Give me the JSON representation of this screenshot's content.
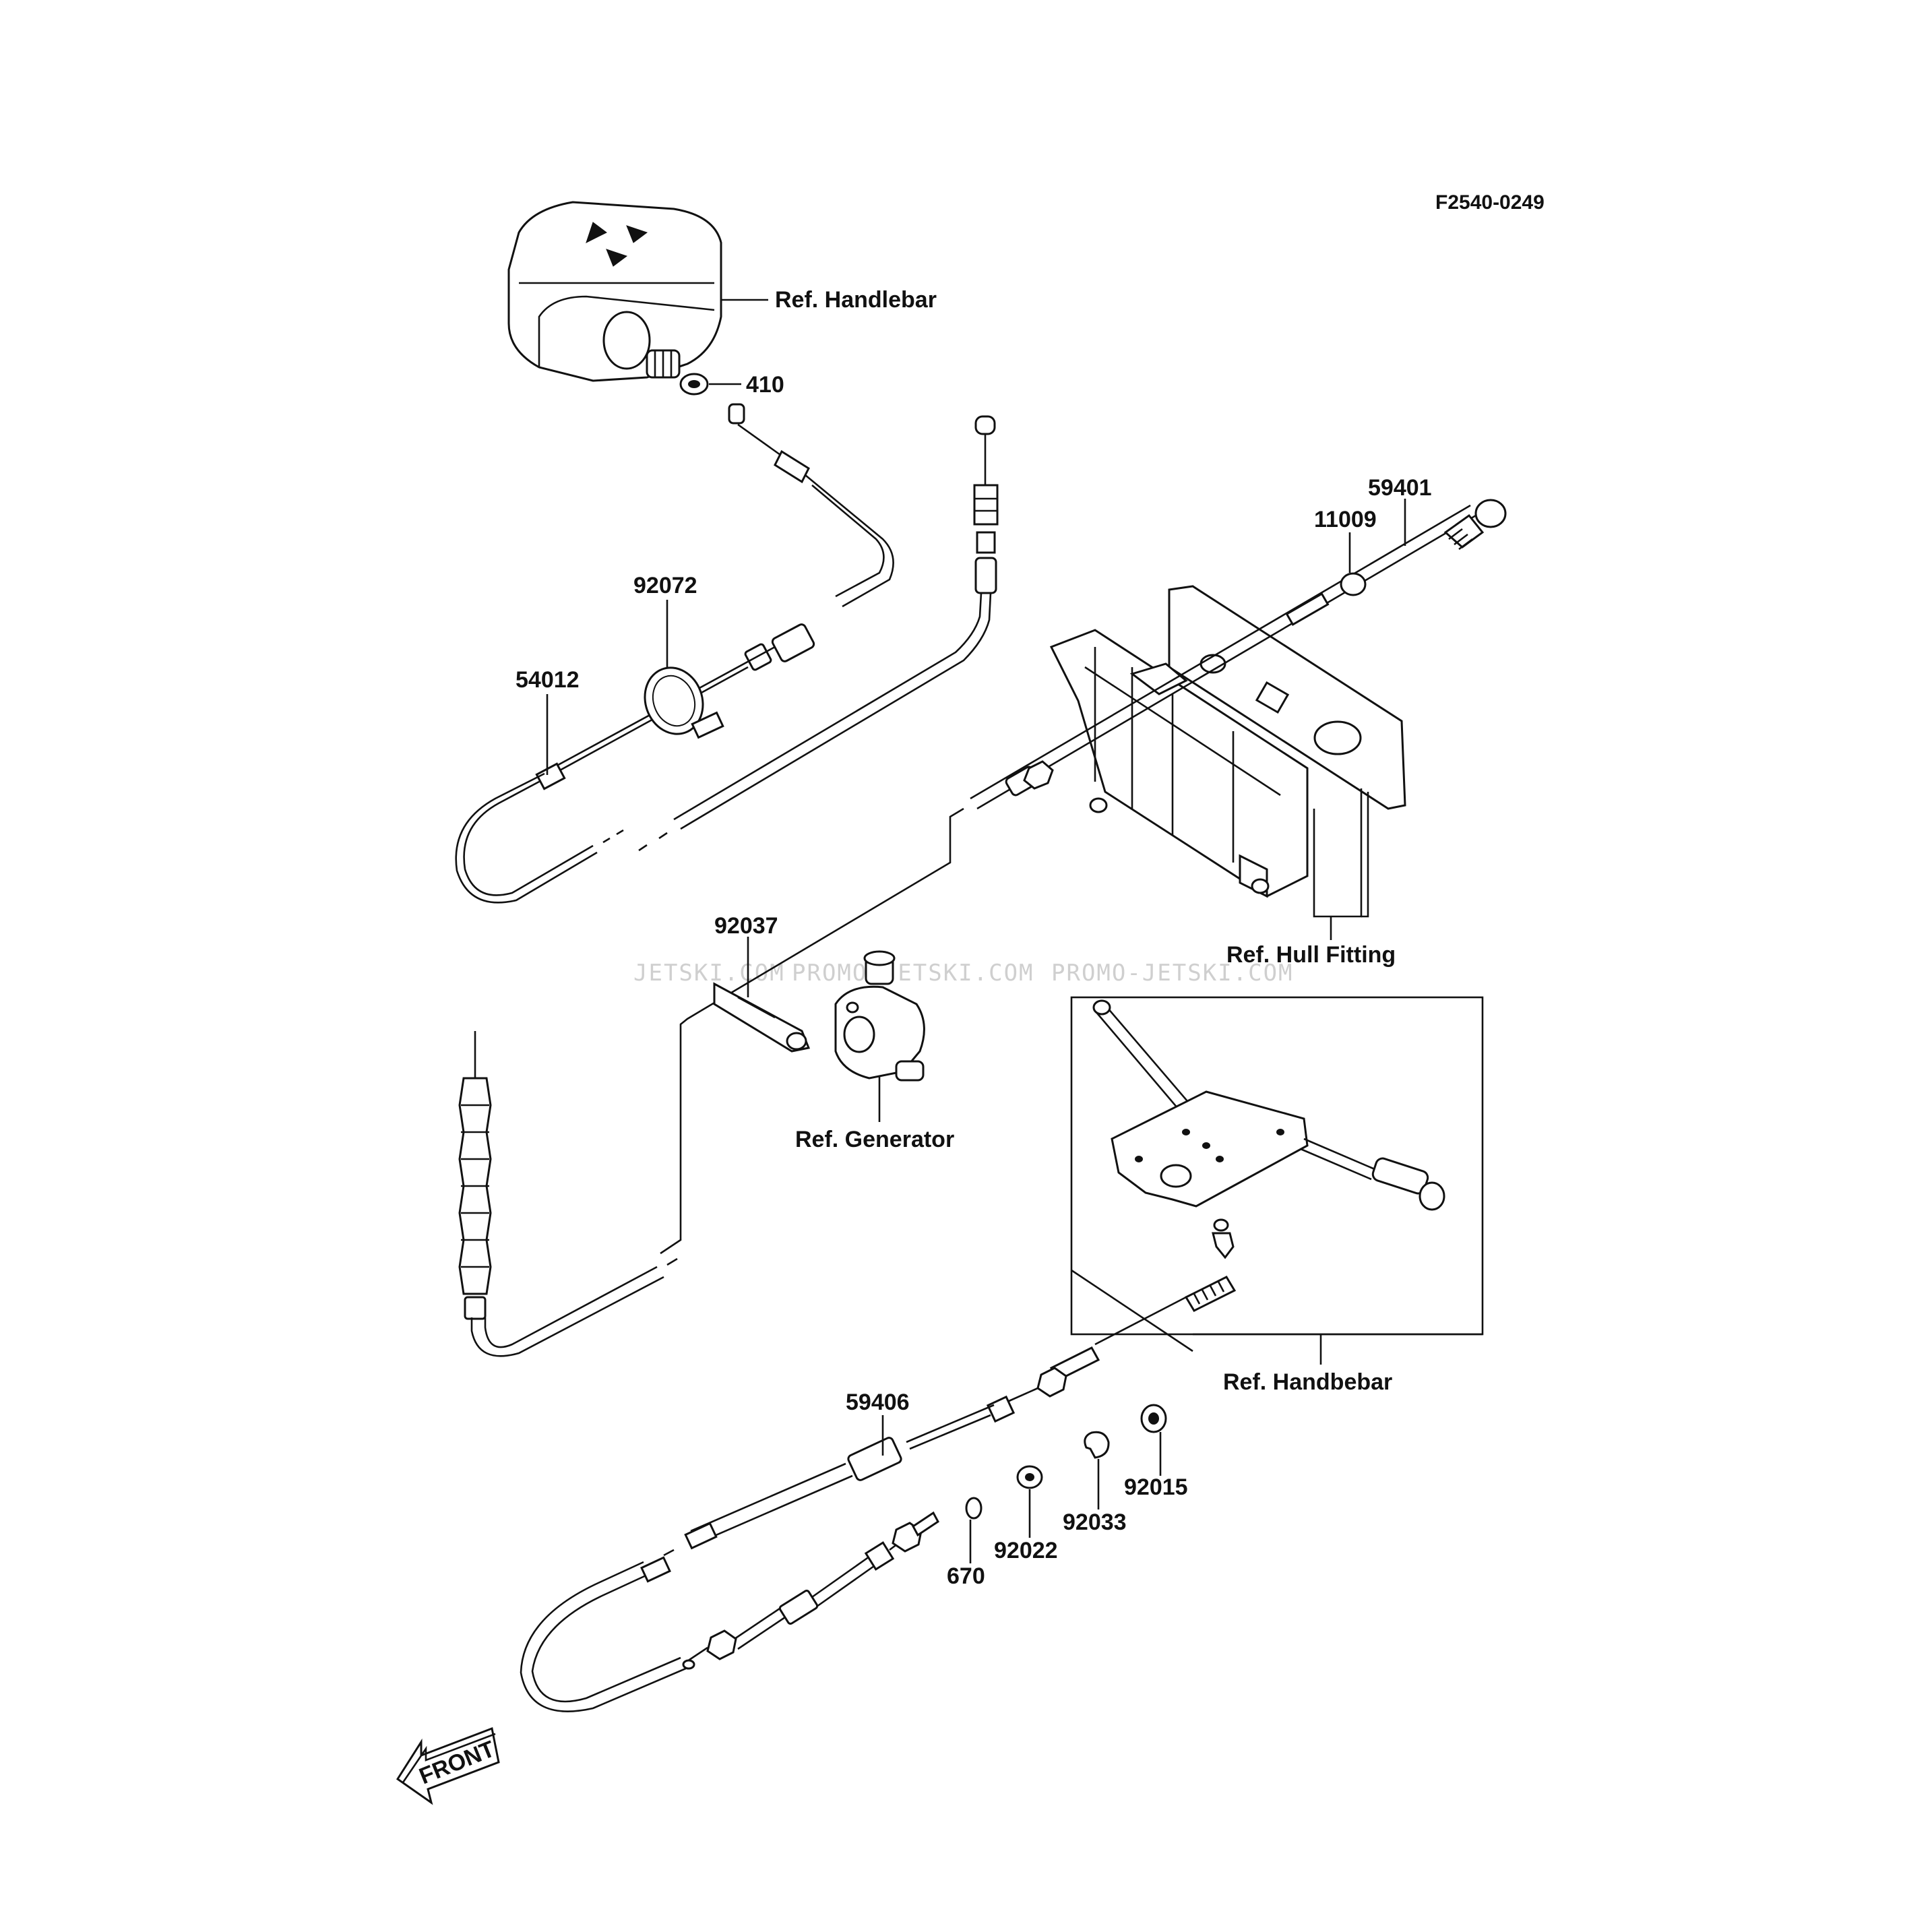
{
  "figure_code": "F2540-0249",
  "watermarks": [
    "JETSKI.COM",
    "PROMO-JETSKI.COM",
    "PROMO-JETSKI.COM"
  ],
  "front_label": "FRONT",
  "labels": {
    "ref_handlebar_top": "Ref. Handlebar",
    "ref_hull_fitting": "Ref. Hull Fitting",
    "ref_generator": "Ref. Generator",
    "ref_handbebar": "Ref. Handbebar"
  },
  "part_numbers": {
    "p410": "410",
    "p59401": "59401",
    "p11009": "11009",
    "p92072": "92072",
    "p54012": "54012",
    "p92037": "92037",
    "p59406": "59406",
    "p92015": "92015",
    "p92033": "92033",
    "p92022": "92022",
    "p670": "670"
  }
}
